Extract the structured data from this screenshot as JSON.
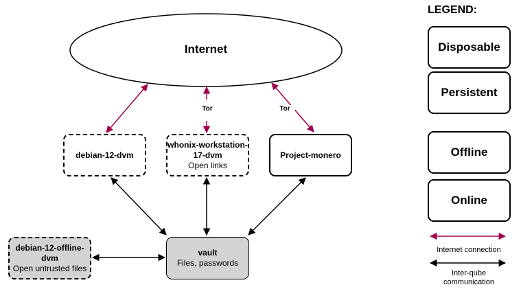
{
  "internet": {
    "label": "Internet"
  },
  "nodes": {
    "debian12dvm": {
      "title": "debian-12-dvm"
    },
    "whonix": {
      "title_line1": "whonix-workstation-",
      "title_line2": "17-dvm",
      "subtitle": "Open links"
    },
    "monero": {
      "title": "Project-monero"
    },
    "offline_dvm": {
      "title_line1": "debian-12-offline-",
      "title_line2": "dvm",
      "subtitle": "Open untrusted files"
    },
    "vault": {
      "title": "vault",
      "subtitle": "Files, passwords"
    }
  },
  "edge_labels": {
    "tor_whonix": "Tor",
    "tor_monero": "Tor"
  },
  "legend": {
    "title": "LEGEND:",
    "disposable": "Disposable",
    "persistent": "Persistent",
    "offline": "Offline",
    "online": "Online",
    "internet_connection": "Internet connection",
    "interqube_line1": "Inter-qube",
    "interqube_line2": "communication"
  },
  "colors": {
    "internet_arrow": "#a0004a",
    "interqube_arrow": "#000000",
    "offline_fill": "#d3d3d3"
  }
}
